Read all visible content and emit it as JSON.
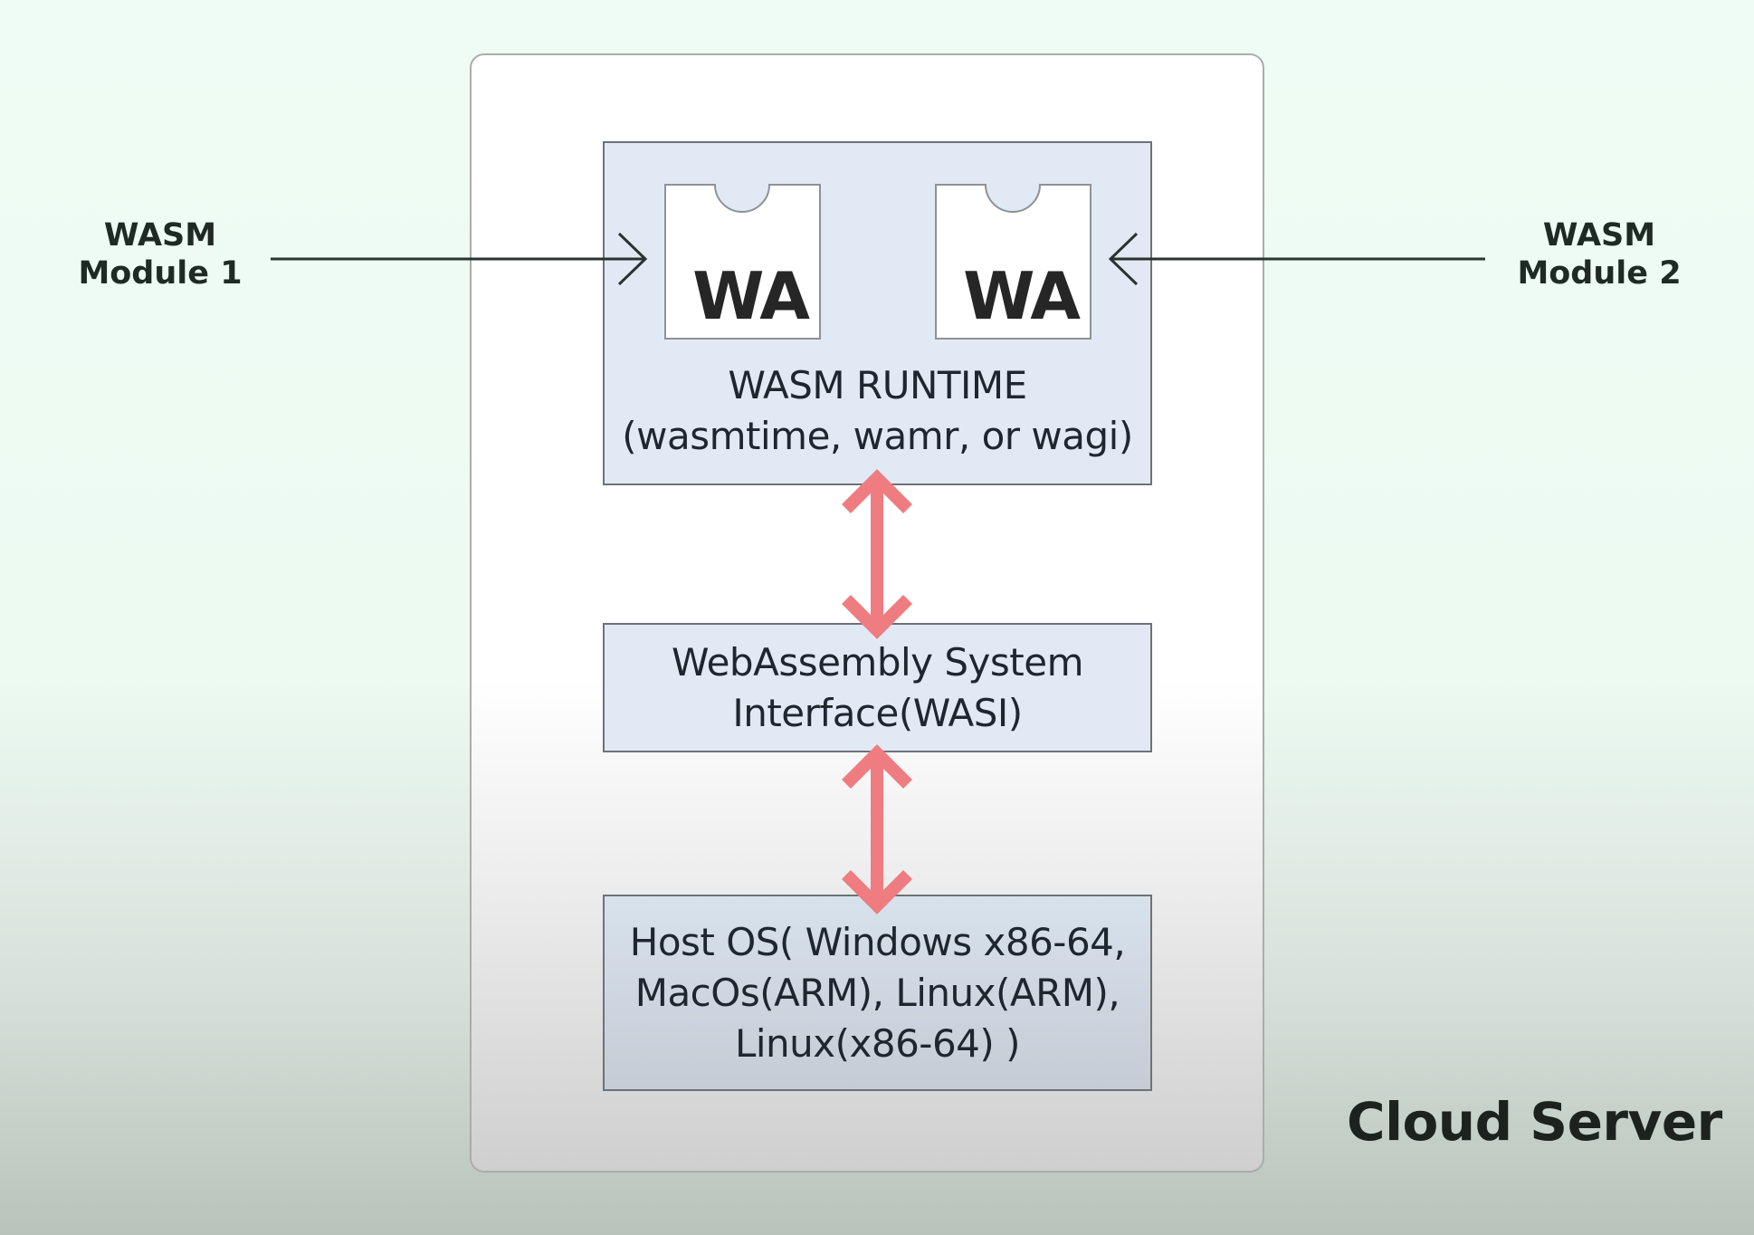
{
  "diagram": {
    "container_label": "Cloud Server",
    "modules": [
      {
        "label_line1": "WASM",
        "label_line2": "Module 1"
      },
      {
        "label_line1": "WASM",
        "label_line2": "Module 2"
      }
    ],
    "module_icon_text": "WA",
    "runtime": {
      "title": "WASM RUNTIME",
      "subtitle": "(wasmtime, wamr, or wagi)"
    },
    "wasi": {
      "line1": "WebAssembly System",
      "line2": "Interface(WASI)"
    },
    "host_os": {
      "line1": "Host OS( Windows x86-64,",
      "line2": "MacOs(ARM), Linux(ARM),",
      "line3": "Linux(x86-64) )"
    },
    "colors": {
      "arrow_bidirectional": "#ef7c80",
      "box_fill": "#e1eaf4",
      "line": "#2b3331"
    }
  }
}
